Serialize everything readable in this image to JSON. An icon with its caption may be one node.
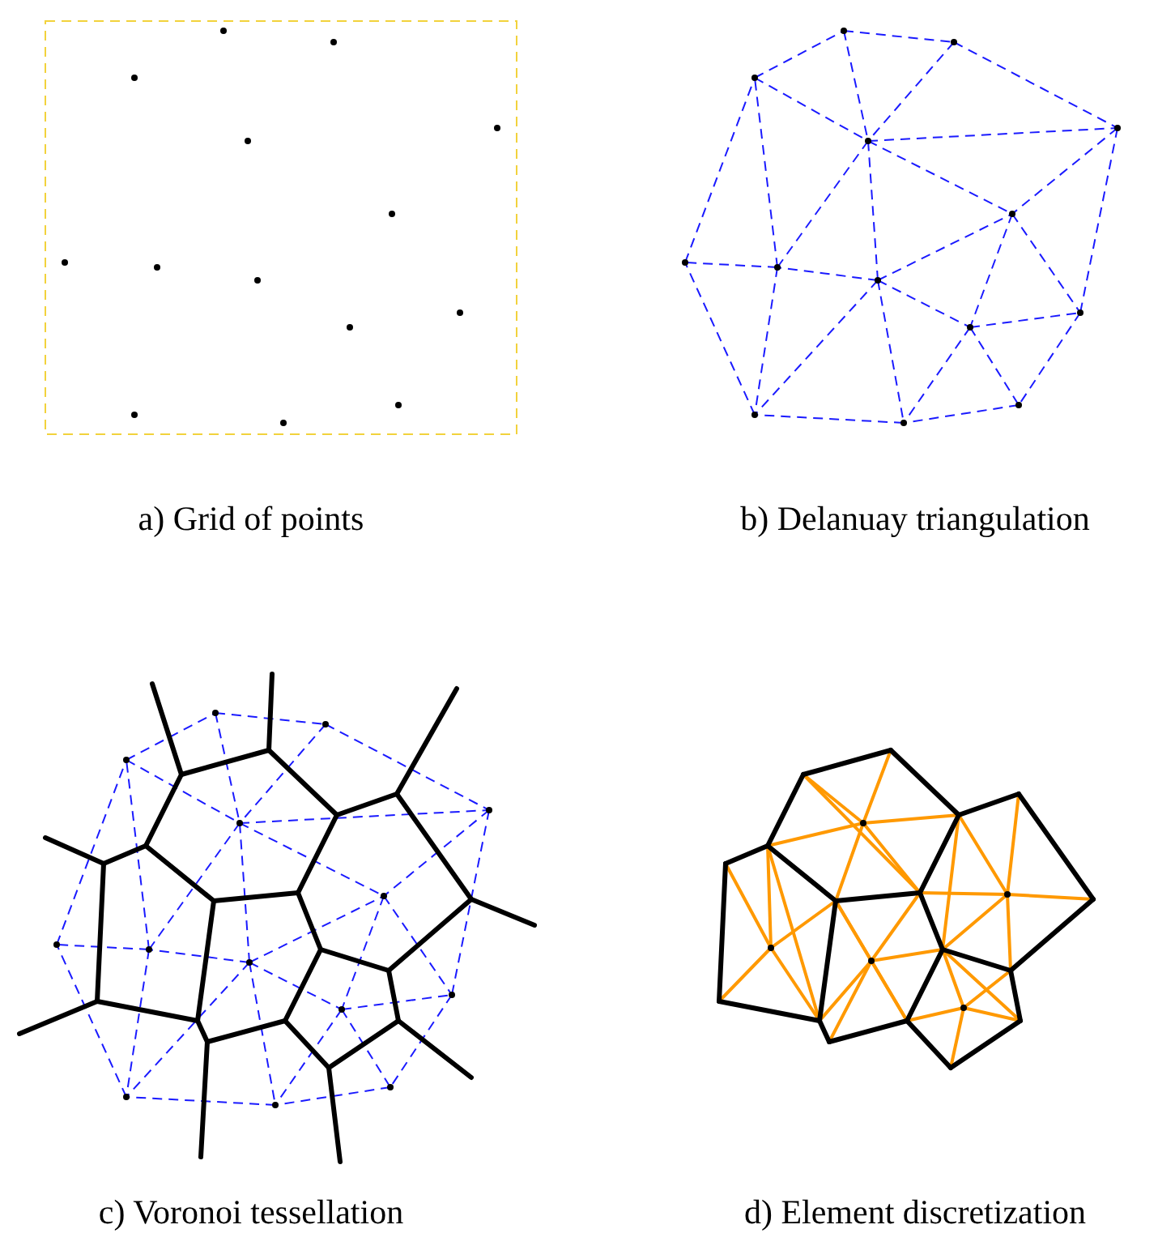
{
  "diagram": {
    "labels": [
      "a) Grid of points",
      "b) Delanuay triangulation",
      "c) Voronoi tessellation",
      "d) Element discretization"
    ]
  }
}
